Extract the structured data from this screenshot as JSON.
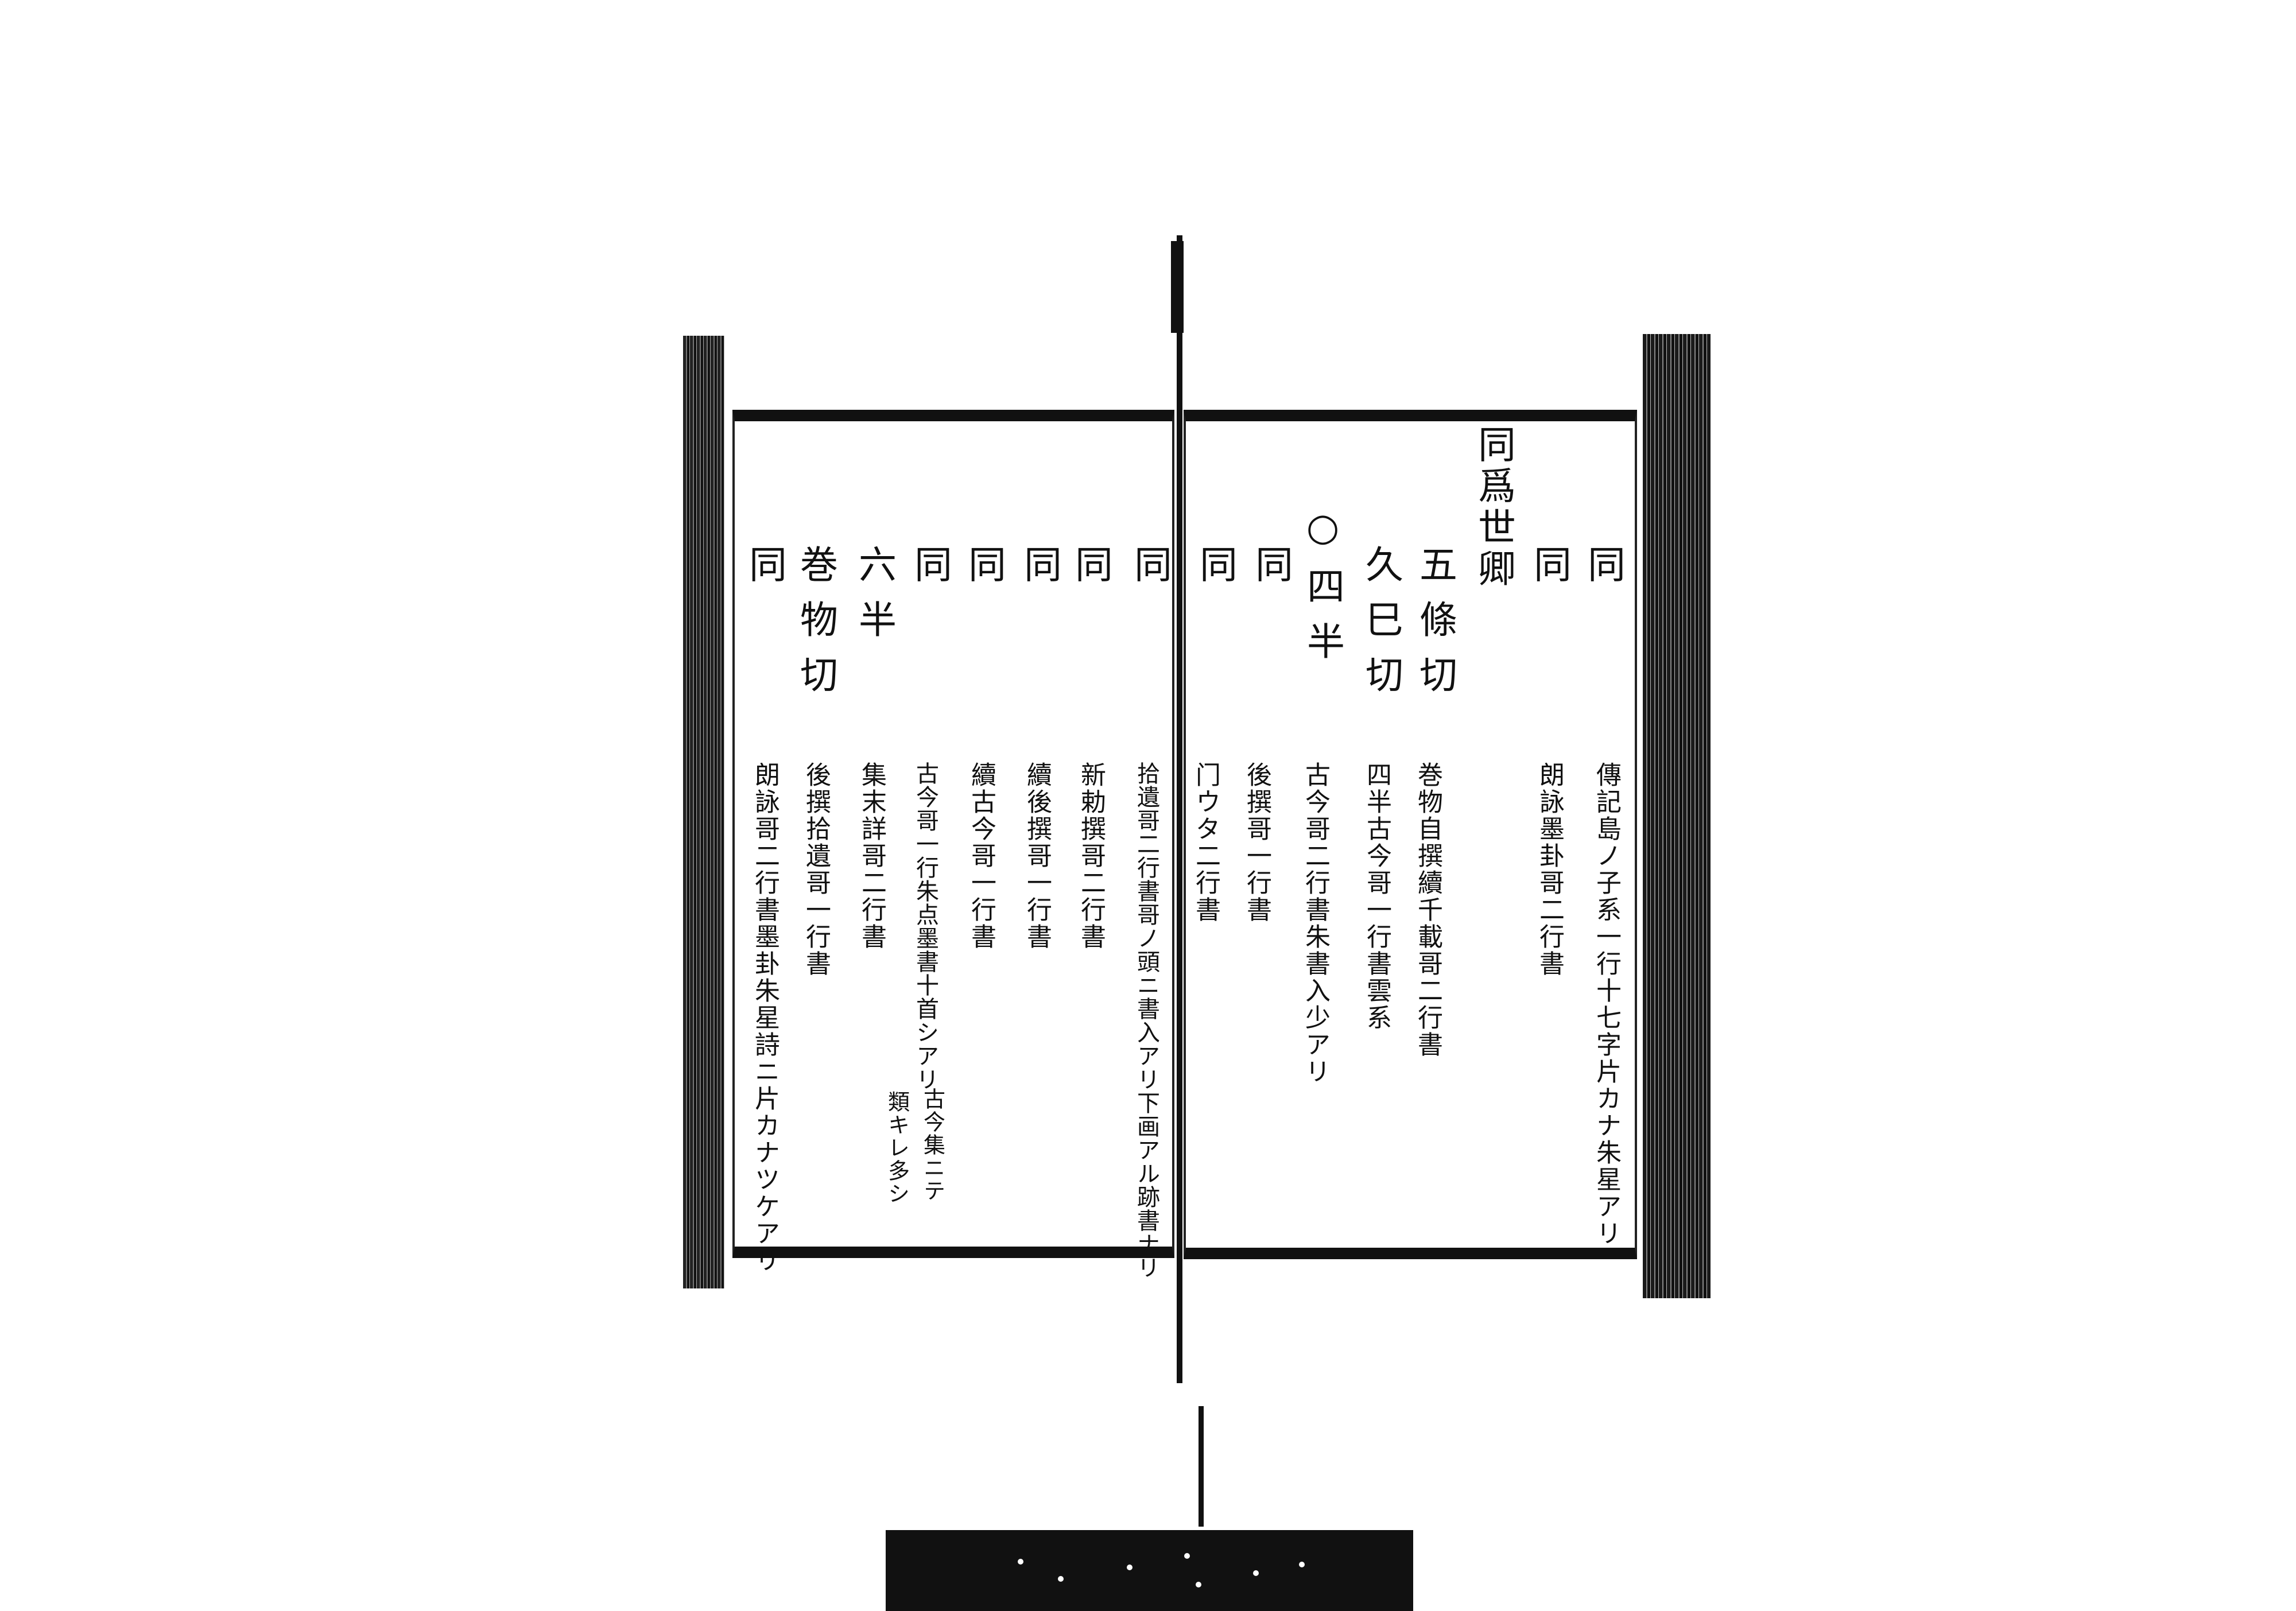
{
  "right_page": {
    "entries": [
      {
        "heading": "同",
        "detail": "傳記島ノ子系一行十七字片カナ朱星アリ"
      },
      {
        "heading": "同",
        "detail": "朗詠墨卦哥二行書"
      },
      {
        "heading": "同爲世卿",
        "detail": ""
      },
      {
        "heading": "五條切",
        "detail": "巻物自撰續千載哥二行書"
      },
      {
        "heading": "久巳切",
        "detail": "四半古今哥一行書雲系"
      },
      {
        "heading": "○四半",
        "detail": "古今哥二行書朱書入少アリ"
      },
      {
        "heading": "同",
        "detail": "後撰哥一行書"
      },
      {
        "heading": "同",
        "detail": "门ウタ二行書"
      }
    ]
  },
  "left_page": {
    "entries": [
      {
        "heading": "同",
        "detail": "拾遺哥二行書哥ノ頭ニ書入アリ下画アル跡書ナリ"
      },
      {
        "heading": "同",
        "detail": "新勅撰哥二行書"
      },
      {
        "heading": "同",
        "detail": "續後撰哥一行書"
      },
      {
        "heading": "同",
        "detail": "續古今哥一行書"
      },
      {
        "heading": "同",
        "detail": "古今哥一行朱点墨書十首シアリ",
        "note_1": "古今集ニテ",
        "note_2": "類キレ多シ"
      },
      {
        "heading": "六半",
        "detail": "集末詳哥二行書"
      },
      {
        "heading": "巻物切",
        "detail": "後撰拾遺哥一行書"
      },
      {
        "heading": "同",
        "detail": "朗詠哥二行書墨卦朱星詩ニ片カナツケアリ"
      }
    ]
  }
}
